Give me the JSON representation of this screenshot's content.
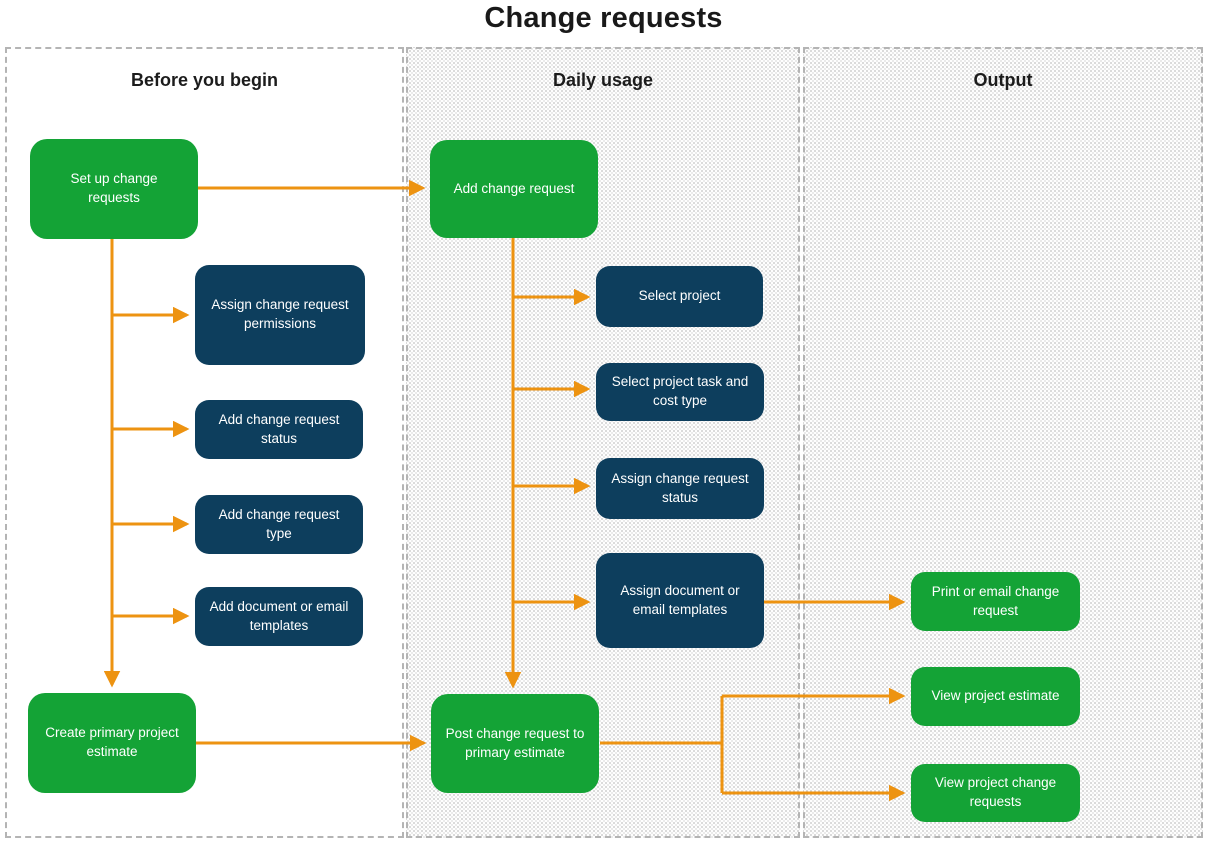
{
  "title": "Change requests",
  "columns": [
    {
      "id": "before",
      "label": "Before you begin"
    },
    {
      "id": "daily",
      "label": "Daily usage"
    },
    {
      "id": "output",
      "label": "Output"
    }
  ],
  "nodes": [
    {
      "id": "setup",
      "column": "before",
      "type": "green",
      "label": "Set up change requests"
    },
    {
      "id": "assign-permissions",
      "column": "before",
      "type": "navy",
      "label": "Assign change request permissions"
    },
    {
      "id": "add-status",
      "column": "before",
      "type": "navy",
      "label": "Add change request status"
    },
    {
      "id": "add-type",
      "column": "before",
      "type": "navy",
      "label": "Add change request type"
    },
    {
      "id": "add-templates",
      "column": "before",
      "type": "navy",
      "label": "Add document or email templates"
    },
    {
      "id": "create-estimate",
      "column": "before",
      "type": "green",
      "label": "Create primary project estimate"
    },
    {
      "id": "add-request",
      "column": "daily",
      "type": "green",
      "label": "Add change request"
    },
    {
      "id": "select-project",
      "column": "daily",
      "type": "navy",
      "label": "Select project"
    },
    {
      "id": "select-task",
      "column": "daily",
      "type": "navy",
      "label": "Select project task and cost type"
    },
    {
      "id": "assign-status",
      "column": "daily",
      "type": "navy",
      "label": "Assign change request status"
    },
    {
      "id": "assign-doc-templates",
      "column": "daily",
      "type": "navy",
      "label": "Assign document or email templates"
    },
    {
      "id": "post-change",
      "column": "daily",
      "type": "green",
      "label": "Post change request to primary estimate"
    },
    {
      "id": "print-email",
      "column": "output",
      "type": "green",
      "label": "Print or email change request"
    },
    {
      "id": "view-estimate",
      "column": "output",
      "type": "green",
      "label": "View project estimate"
    },
    {
      "id": "view-requests",
      "column": "output",
      "type": "green",
      "label": "View project change requests"
    }
  ],
  "edges": [
    {
      "from": "setup",
      "to": "add-request"
    },
    {
      "from": "setup",
      "to": "assign-permissions"
    },
    {
      "from": "setup",
      "to": "add-status"
    },
    {
      "from": "setup",
      "to": "add-type"
    },
    {
      "from": "setup",
      "to": "add-templates"
    },
    {
      "from": "setup",
      "to": "create-estimate"
    },
    {
      "from": "create-estimate",
      "to": "post-change"
    },
    {
      "from": "add-request",
      "to": "select-project"
    },
    {
      "from": "add-request",
      "to": "select-task"
    },
    {
      "from": "add-request",
      "to": "assign-status"
    },
    {
      "from": "add-request",
      "to": "assign-doc-templates"
    },
    {
      "from": "add-request",
      "to": "post-change"
    },
    {
      "from": "assign-doc-templates",
      "to": "print-email"
    },
    {
      "from": "post-change",
      "to": "view-estimate"
    },
    {
      "from": "post-change",
      "to": "view-requests"
    }
  ],
  "colors": {
    "green": "#14a336",
    "navy": "#0d3e5d",
    "arrow": "#ed9311",
    "panel_border": "#b4b4b4",
    "title_text": "#191919",
    "node_text": "#ffffff"
  }
}
